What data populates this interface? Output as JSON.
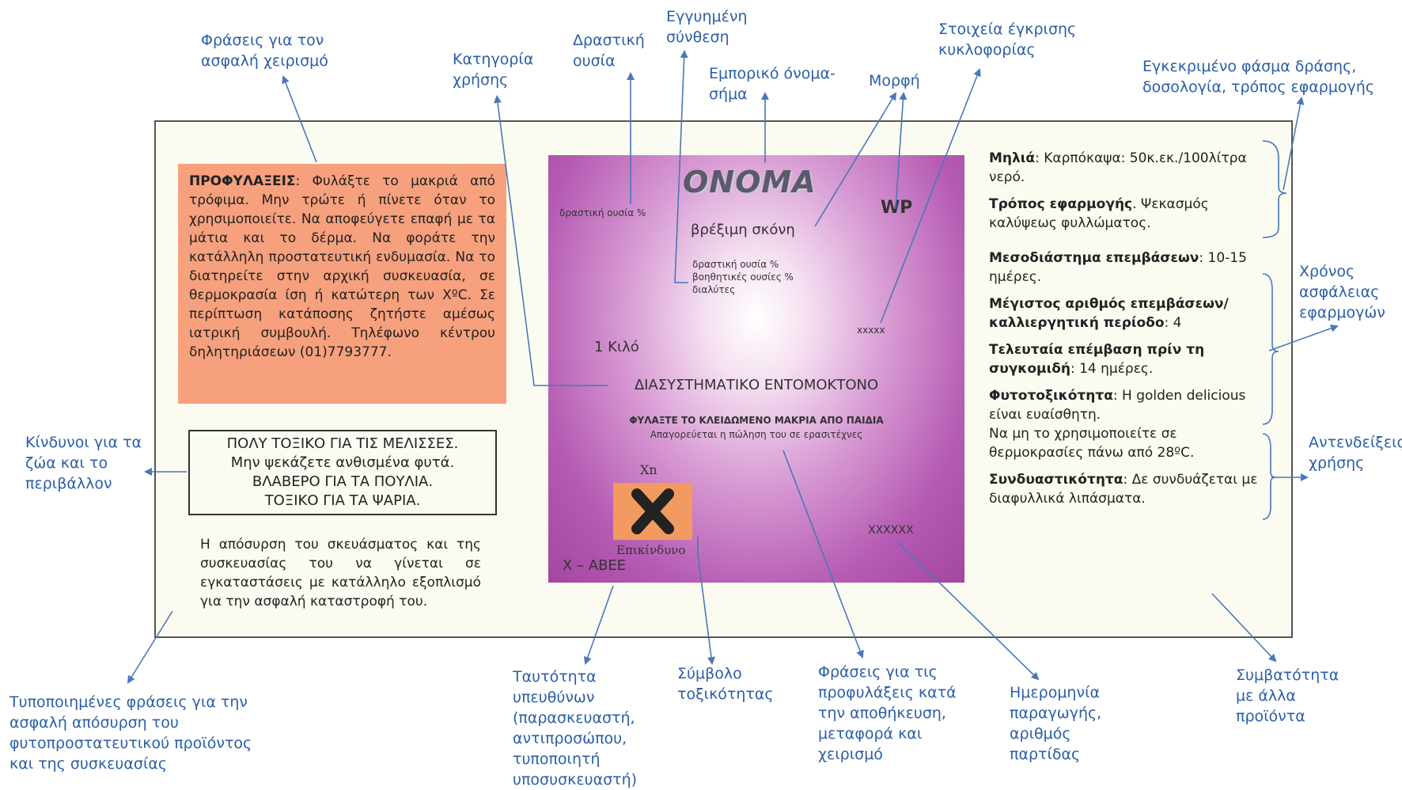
{
  "callouts": {
    "safe_handling": "Φράσεις για τον\nασφαλή χειρισμό",
    "category": "Κατηγορία\nχρήσης",
    "active": "Δραστική\nουσία",
    "guaranteed": "Εγγυημένη\nσύνθεση",
    "trademark": "Εμπορικό όνομα-\nσήμα",
    "form": "Μορφή",
    "approval": "Στοιχεία έγκρισης\nκυκλοφορίας",
    "spectrum": "Εγκεκριμένο φάσμα δράσης,\nδοσολογία, τρόπος εφαρμογής",
    "safety_time": "Χρόνος\nασφάλειας\nεφαρμογών",
    "contraindications": "Αντενδείξεις\nχρήσης",
    "animals": "Κίνδυνοι για τα\nζώα και το\nπεριβάλλον",
    "disposal_phrases": "Τυποποιημένες φράσεις για την\nασφαλή απόσυρση του\nφυτοπροστατευτικού προϊόντος\nκαι της συσκευασίας",
    "responsible": "Ταυτότητα\nυπευθύνων\n(παρασκευαστή,\nαντιπροσώπου,\nτυποποιητή\nυποσυσκευαστή)",
    "toxicity_symbol": "Σύμβολο\nτοξικότητας",
    "storage_phrases": "Φράσεις για τις\nπροφυλάξεις κατά\nτην αποθήκευση,\nμεταφορά και\nχειρισμό",
    "production_date": "Ημερομηνία\nπαραγωγής,\nαριθμός\nπαρτίδας",
    "compatibility": "Συμβατότητα\nμε άλλα\nπροϊόντα"
  },
  "warning": {
    "title": "ΠΡΟΦΥΛΑΞΕΙΣ",
    "text": ": Φυλάξτε το μακριά από τρόφιμα. Μην τρώτε ή πίνετε όταν το χρησιμοποιείτε. Να αποφεύγετε επαφή με τα μάτια και το δέρμα. Να φοράτε την κατάλληλη προστατευτική ενδυμασία. Να το διατηρείτε στην αρχική συσκευασία, σε θερμοκρασία ίση ή κατώτερη των XºC. Σε περίπτωση κατάποσης ζητήστε αμέσως ιατρική συμβουλή. Τηλέφωνο κέντρου δηλητηριάσεων (01)7793777."
  },
  "bees": {
    "line1": "ΠΟΛΥ ΤΟΞΙΚΟ ΓΙΑ ΤΙΣ ΜΕΛΙΣΣΕΣ.",
    "line2": "Μην ψεκάζετε ανθισμένα φυτά.",
    "line3": "ΒΛΑΒΕΡΟ ΓΙΑ ΤΑ ΠΟΥΛΙΑ.",
    "line4": "ΤΟΞΙΚΟ ΓΙΑ ΤΑ ΨΑΡΙΑ."
  },
  "disposal": "Η απόσυρση του σκευάσματος και της συσκευασίας του να γίνεται σε εγκαταστάσεις με κατάλληλο εξοπλισμό για την ασφαλή καταστροφή του.",
  "label": {
    "brand": "ONOMA",
    "active_pct": "δραστική ουσία %",
    "form_name": "βρέξιμη σκόνη",
    "form_code": "WP",
    "comp1": "δραστική ουσία %",
    "comp2": "βοηθητικές ουσίες %",
    "comp3": "διαλύτες",
    "approval_no": "xxxxx",
    "weight": "1 Κιλό",
    "category": "ΔΙΑΣΥΣΤΗΜΑΤΙΚΟ ΕΝΤΟΜΟΚΤΟΝΟ",
    "children": "ΦΥΛΑΞΤΕ ΤΟ ΚΛΕΙΔΩΜΕΝΟ ΜΑΚΡΙΑ ΑΠΟ ΠΑΙΔΙΑ",
    "amateurs": "Απαγορεύεται η πώληση του σε ερασιτέχνες",
    "xn": "Xn",
    "hazard_word": "Επικίνδυνο",
    "company": "Χ – ΑΒΕΕ",
    "batch": "XXXXXX"
  },
  "right": {
    "crop_title": "Μηλιά",
    "crop_text": ": Καρπόκαψα: 50κ.εκ./100λίτρα νερό.",
    "method_title": "Τρόπος εφαρμογής",
    "method_text": ". Ψεκασμός καλύψεως φυλλώματος.",
    "interval_title": "Μεσοδιάστημα επεμβάσεων",
    "interval_text": ": 10-15 ημέρες.",
    "max_title": "Μέγιστος αριθμός επεμβάσεων/καλλιεργητική περίοδο",
    "max_text": ": 4",
    "last_title": "Τελευταία επέμβαση πρίν τη συγκομιδή",
    "last_text": ": 14 ημέρες.",
    "phyto_title": "Φυτοτοξικότητα",
    "phyto_text1": ": Η golden delicious είναι ευαίσθητη.",
    "phyto_text2": "Να μη το χρησιμοποιείτε σε θερμοκρασίες πάνω από 28ºC.",
    "combo_title": "Συνδυαστικότητα",
    "combo_text": ": Δε συνδυάζεται με διαφυλλικά λιπάσματα."
  },
  "colors": {
    "arrow": "#4a78b8",
    "callout_text": "#2b5ea7",
    "warning_bg": "#f6a07d",
    "label_purple": "#b55bb3",
    "hazard_bg": "#f29a5f"
  }
}
